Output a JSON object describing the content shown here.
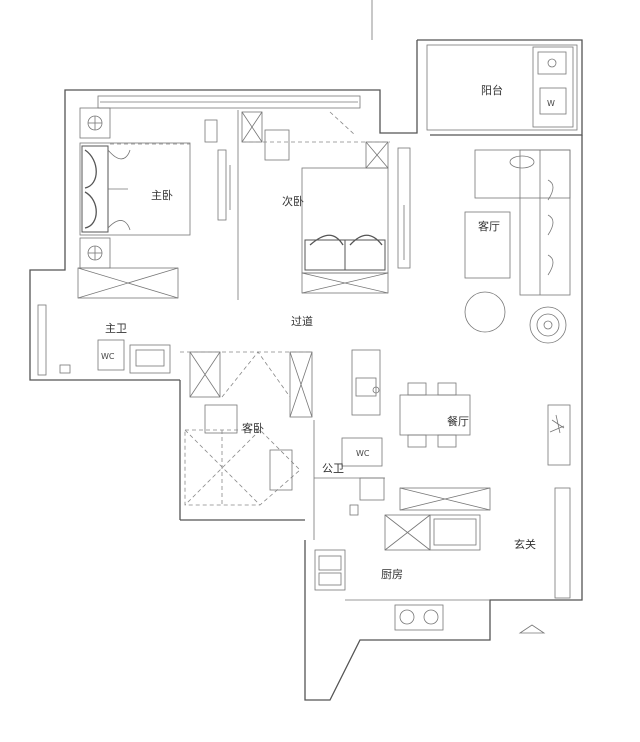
{
  "rooms": {
    "balcony": "阳台",
    "master_bedroom": "主卧",
    "second_bedroom": "次卧",
    "living_room": "客厅",
    "master_bath": "主卫",
    "corridor": "过道",
    "guest_bedroom": "客卧",
    "dining_room": "餐厅",
    "public_bath": "公卫",
    "entrance": "玄关",
    "kitchen": "厨房"
  },
  "fixtures": {
    "toilet_master": "WC",
    "toilet_public": "WC"
  }
}
